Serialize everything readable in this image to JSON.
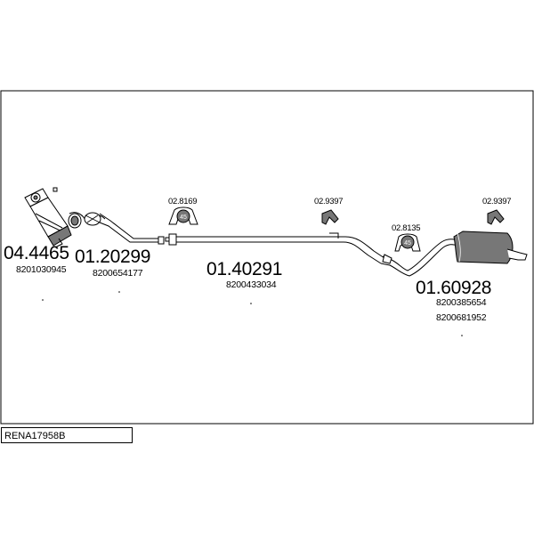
{
  "title": "RENA17958B",
  "parts": [
    {
      "number": "04.4465",
      "oe": [
        "8201030945"
      ]
    },
    {
      "number": "01.20299",
      "oe": [
        "8200654177"
      ]
    },
    {
      "number": "01.40291",
      "oe": [
        "8200433034"
      ]
    },
    {
      "number": "01.60928",
      "oe": [
        "8200385654",
        "8200681952"
      ]
    }
  ],
  "accessories": [
    {
      "number": "02.8169",
      "badge": "45"
    },
    {
      "number": "02.9397"
    },
    {
      "number": "02.8135",
      "badge": "45"
    },
    {
      "number": "02.9397"
    }
  ],
  "colors": {
    "line": "#000000",
    "fill": "#ffffff",
    "shade": "#777777"
  }
}
